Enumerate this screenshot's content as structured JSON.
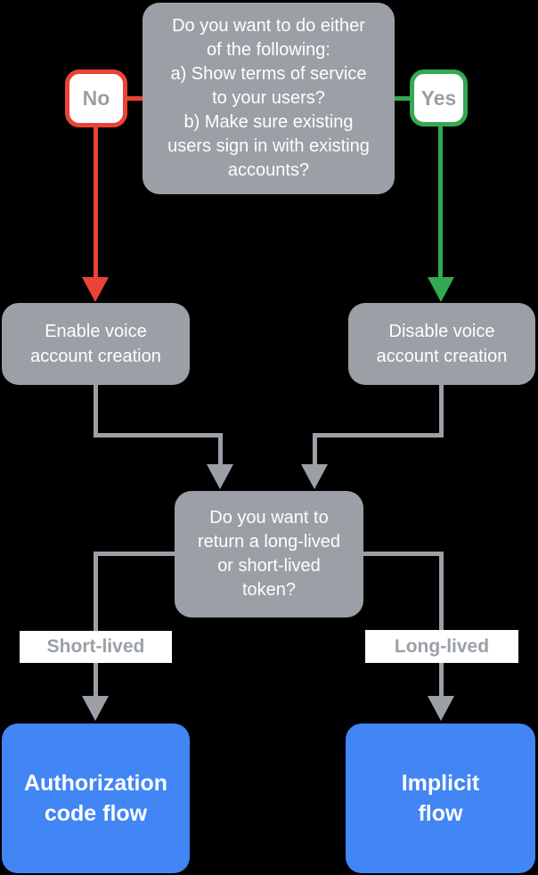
{
  "flowchart": {
    "colors": {
      "gray": "#9AA0A6",
      "red": "#EA4335",
      "green": "#34A853",
      "blue": "#4285F4",
      "white": "#FFFFFF",
      "label_text": "#9AA0A6",
      "background": "#000000"
    },
    "nodes": {
      "question1": "Do you want to do either\nof the following:\na) Show terms of service\nto your users?\nb) Make sure existing\nusers sign in with existing\naccounts?",
      "no_label": "No",
      "yes_label": "Yes",
      "enable": "Enable voice\naccount creation",
      "disable": "Disable voice\naccount creation",
      "question2": "Do you want to\nreturn a long-lived\nor short-lived\ntoken?",
      "short_lived": "Short-lived",
      "long_lived": "Long-lived",
      "auth_code": "Authorization\ncode flow",
      "implicit": "Implicit\nflow"
    }
  }
}
